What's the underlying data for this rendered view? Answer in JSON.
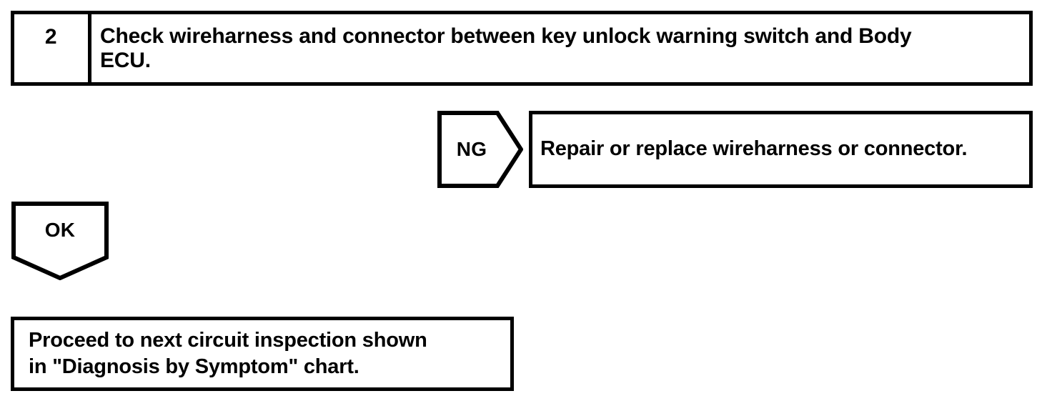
{
  "diagram": {
    "title": "Troubleshooting flowchart step 2",
    "background_color": "#ffffff",
    "line_color": "#000000",
    "text_color": "#000000"
  },
  "step": {
    "number": "2",
    "instruction": "Check wireharness and connector between key unlock warning switch and Body\nECU."
  },
  "branch_ng": {
    "label": "NG",
    "action": "Repair or replace wireharness or connector."
  },
  "branch_ok": {
    "label": "OK",
    "outcome": "Proceed to next circuit inspection shown\nin \"Diagnosis by Symptom\" chart."
  }
}
